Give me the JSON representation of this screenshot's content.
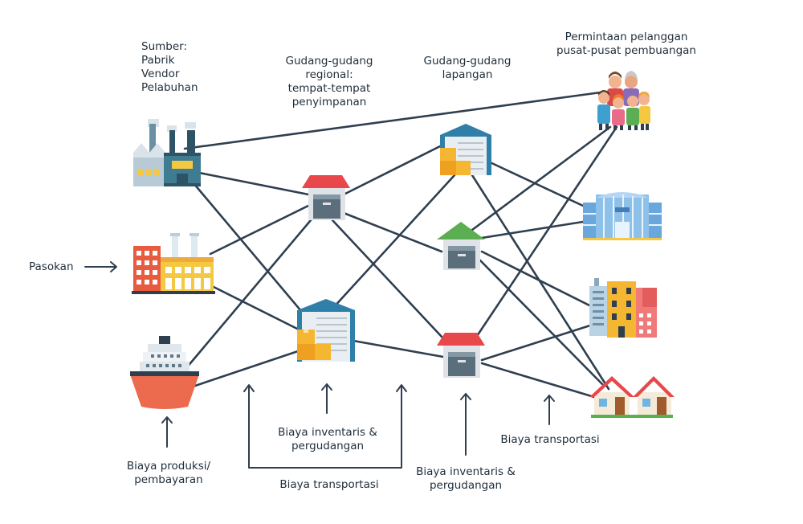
{
  "labels": {
    "sources_heading": "Sumber:",
    "sources_factory": "Pabrik",
    "sources_vendor": "Vendor",
    "sources_port": "Pelabuhan",
    "regional_line1": "Gudang-gudang",
    "regional_line2": "regional:",
    "regional_line3": "tempat-tempat",
    "regional_line4": "penyimpanan",
    "field_line1": "Gudang-gudang",
    "field_line2": "lapangan",
    "demand_line1": "Permintaan pelanggan",
    "demand_line2": "pusat-pusat pembuangan",
    "supply": "Pasokan",
    "production_cost_line1": "Biaya produksi/",
    "production_cost_line2": "pembayaran",
    "inventory_cost_1_line1": "Biaya inventaris &",
    "inventory_cost_1_line2": "pergudangan",
    "transport_cost_1": "Biaya transportasi",
    "inventory_cost_2_line1": "Biaya inventaris &",
    "inventory_cost_2_line2": "pergudangan",
    "transport_cost_2": "Biaya transportasi"
  },
  "icons": {
    "factory": "factory-icon",
    "vendor": "vendor-building-icon",
    "port": "ship-icon",
    "regional_warehouse_1": "warehouse-red-roof-icon",
    "regional_warehouse_2": "warehouse-boxes-icon",
    "field_warehouse_1": "warehouse-boxes-icon",
    "field_warehouse_2": "warehouse-green-roof-icon",
    "field_warehouse_3": "warehouse-red-roof-icon",
    "customers": "people-group-icon",
    "mall": "mall-icon",
    "city": "city-buildings-icon",
    "houses": "houses-icon"
  },
  "colors": {
    "line": "#2f3f4f",
    "text": "#1f2d3a",
    "red_roof": "#e8474b",
    "green_roof": "#5cae52",
    "blue_roof": "#2f7fa8",
    "box": "#f5b731",
    "ship": "#ec6a4e"
  }
}
